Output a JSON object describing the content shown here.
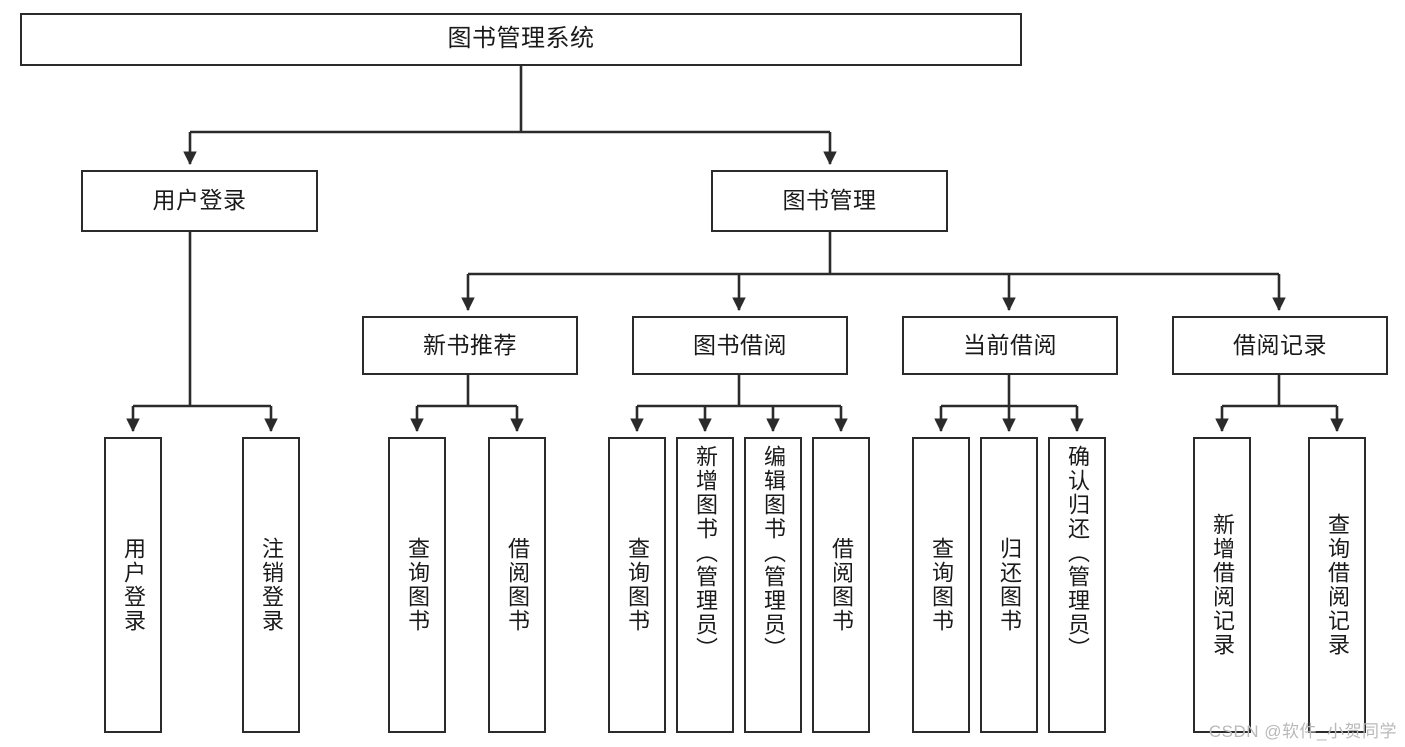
{
  "diagram": {
    "title": "图书管理系统",
    "type": "tree-hierarchy-chart",
    "watermark": "CSDN @软件_小贺同学",
    "colors": {
      "stroke": "#2b2b2b",
      "fill": "#ffffff",
      "text": "#1a1a1a",
      "watermark": "#b9b9b9"
    }
  },
  "nodes": {
    "root": {
      "label": "图书管理系统"
    },
    "level2": [
      {
        "id": "user-login",
        "label": "用户登录"
      },
      {
        "id": "book-manage",
        "label": "图书管理"
      }
    ],
    "level3": [
      {
        "id": "new-book-recommend",
        "label": "新书推荐"
      },
      {
        "id": "book-borrow",
        "label": "图书借阅"
      },
      {
        "id": "current-borrow",
        "label": "当前借阅"
      },
      {
        "id": "borrow-record",
        "label": "借阅记录"
      }
    ],
    "leaves": {
      "user_login": [
        {
          "id": "leaf-user-login",
          "label": "用户登录"
        },
        {
          "id": "leaf-logout-login",
          "label": "注销登录"
        }
      ],
      "new_book_recommend": [
        {
          "id": "leaf-query-book-1",
          "label": "查询图书"
        },
        {
          "id": "leaf-borrow-book-1",
          "label": "借阅图书"
        }
      ],
      "book_borrow": [
        {
          "id": "leaf-query-book-2",
          "label": "查询图书"
        },
        {
          "id": "leaf-add-book",
          "label": "新增图书（管理员）"
        },
        {
          "id": "leaf-edit-book",
          "label": "编辑图书（管理员）"
        },
        {
          "id": "leaf-borrow-book-2",
          "label": "借阅图书"
        }
      ],
      "current_borrow": [
        {
          "id": "leaf-query-book-3",
          "label": "查询图书"
        },
        {
          "id": "leaf-return-book",
          "label": "归还图书"
        },
        {
          "id": "leaf-confirm-return",
          "label": "确认归还（管理员）"
        }
      ],
      "borrow_record": [
        {
          "id": "leaf-add-record",
          "label": "新增借阅记录"
        },
        {
          "id": "leaf-query-record",
          "label": "查询借阅记录"
        }
      ]
    }
  }
}
